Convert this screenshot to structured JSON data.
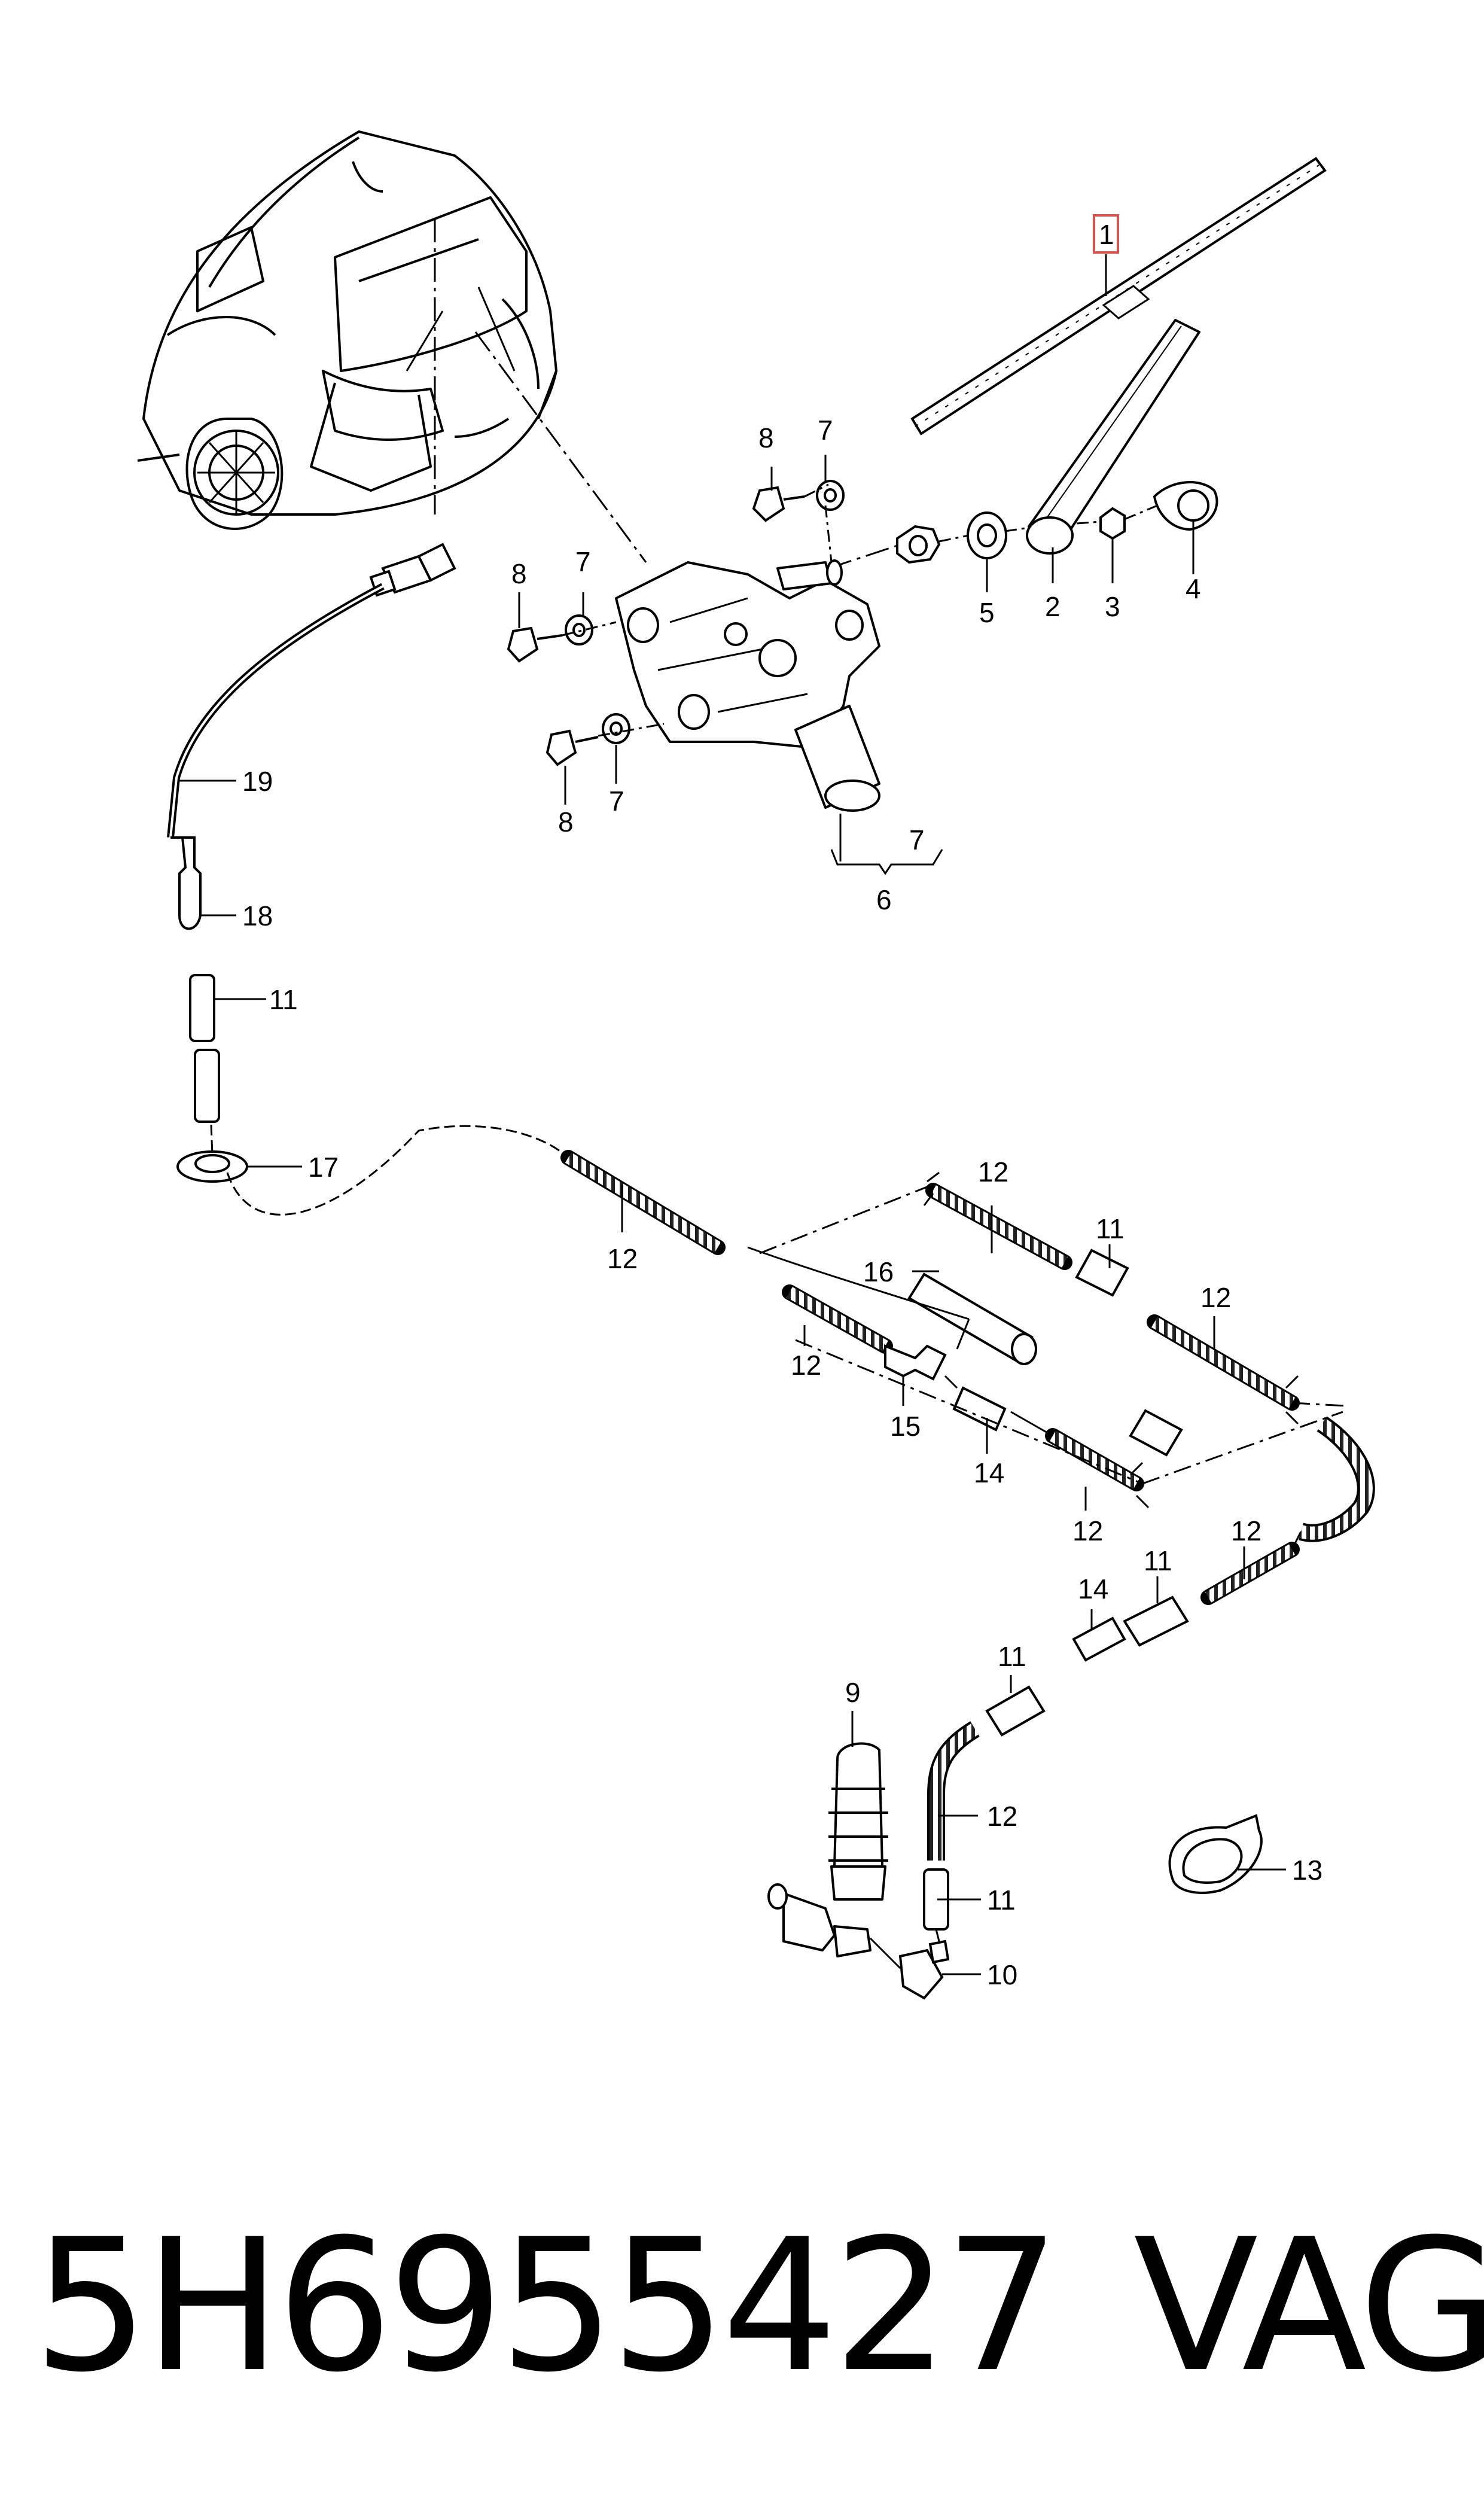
{
  "callouts": {
    "c1": "1",
    "c2": "2",
    "c3": "3",
    "c4": "4",
    "c5": "5",
    "c6": "6",
    "c7a": "7",
    "c7b": "7",
    "c7c": "7",
    "c7d": "7",
    "c8a": "8",
    "c8b": "8",
    "c8c": "8",
    "c9": "9",
    "c10": "10",
    "c11a": "11",
    "c11b": "11",
    "c11c": "11",
    "c11d": "11",
    "c11e": "11",
    "c12a": "12",
    "c12b": "12",
    "c12c": "12",
    "c12d": "12",
    "c12e": "12",
    "c12f": "12",
    "c12g": "12",
    "c13": "13",
    "c14a": "14",
    "c14b": "14",
    "c15": "15",
    "c16": "16",
    "c17": "17",
    "c18": "18",
    "c19": "19"
  },
  "footer": {
    "part_number": "5H6955427",
    "brand": "VAG"
  },
  "colors": {
    "line": "#000000",
    "highlight": "#d9534f",
    "fill": "#ffffff",
    "shade": "#cfcfcf"
  }
}
